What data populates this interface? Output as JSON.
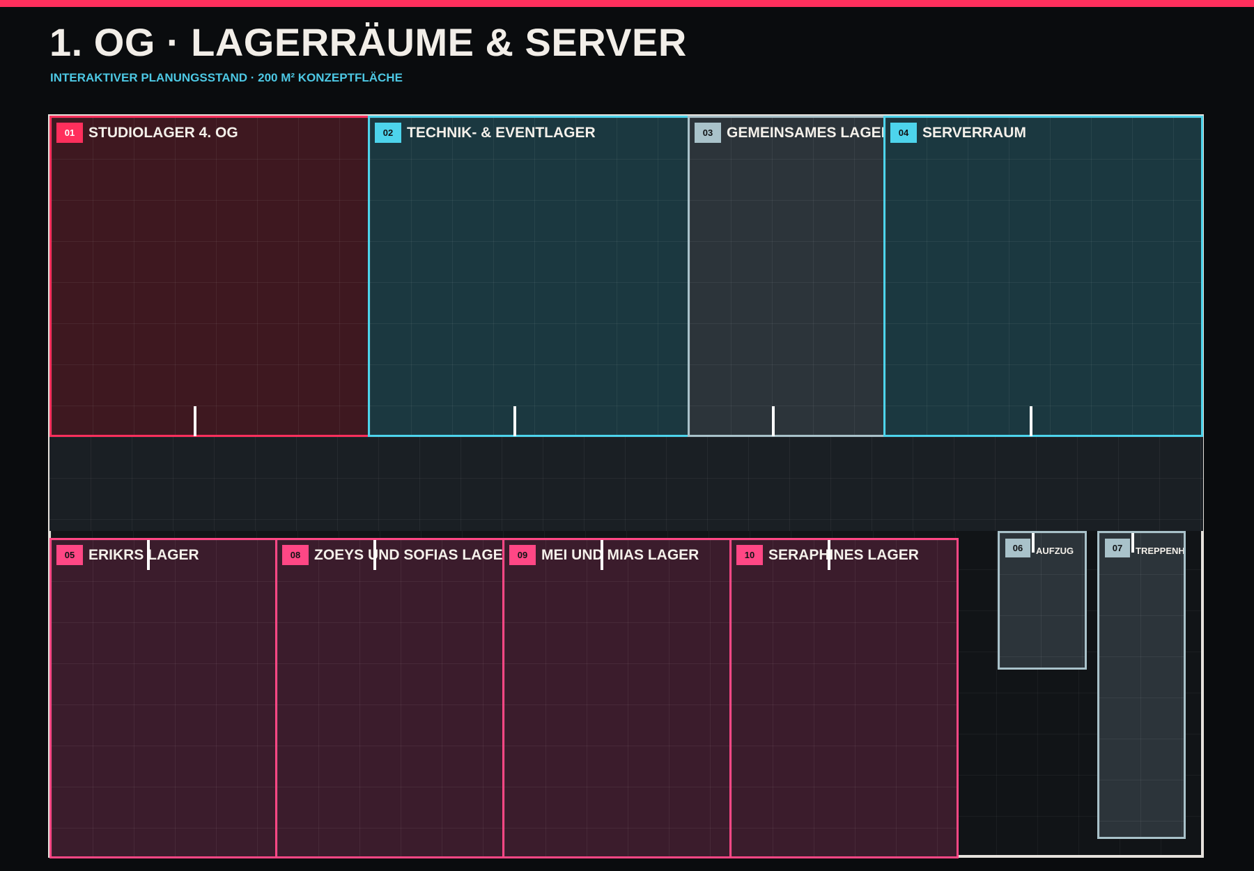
{
  "header": {
    "title": "1. OG · LAGERRÄUME & SERVER",
    "subtitle": "INTERAKTIVER PLANUNGSSTAND · 200 M² KONZEPTFLÄCHE"
  },
  "colors": {
    "accent_bar": "#ff2f5c",
    "studio": "#ff2f5c",
    "technik": "#4dd4ec",
    "shared": "#a9c2ca",
    "personal": "#ff4785",
    "wall": "#e6e2dc"
  },
  "rooms": [
    {
      "id": "01",
      "name": "STUDIOLAGER 4. OG"
    },
    {
      "id": "02",
      "name": "TECHNIK- & EVENTLAGER"
    },
    {
      "id": "03",
      "name": "GEMEINSAMES LAGER"
    },
    {
      "id": "04",
      "name": "SERVERRAUM"
    },
    {
      "id": "05",
      "name": "ERIKRS LAGER"
    },
    {
      "id": "08",
      "name": "ZOEYS UND SOFIAS LAGER"
    },
    {
      "id": "09",
      "name": "MEI UND MIAS LAGER"
    },
    {
      "id": "10",
      "name": "SERAPHINES LAGER"
    },
    {
      "id": "06",
      "name": "AUFZUG"
    },
    {
      "id": "07",
      "name": "TREPPENHAUS"
    }
  ]
}
